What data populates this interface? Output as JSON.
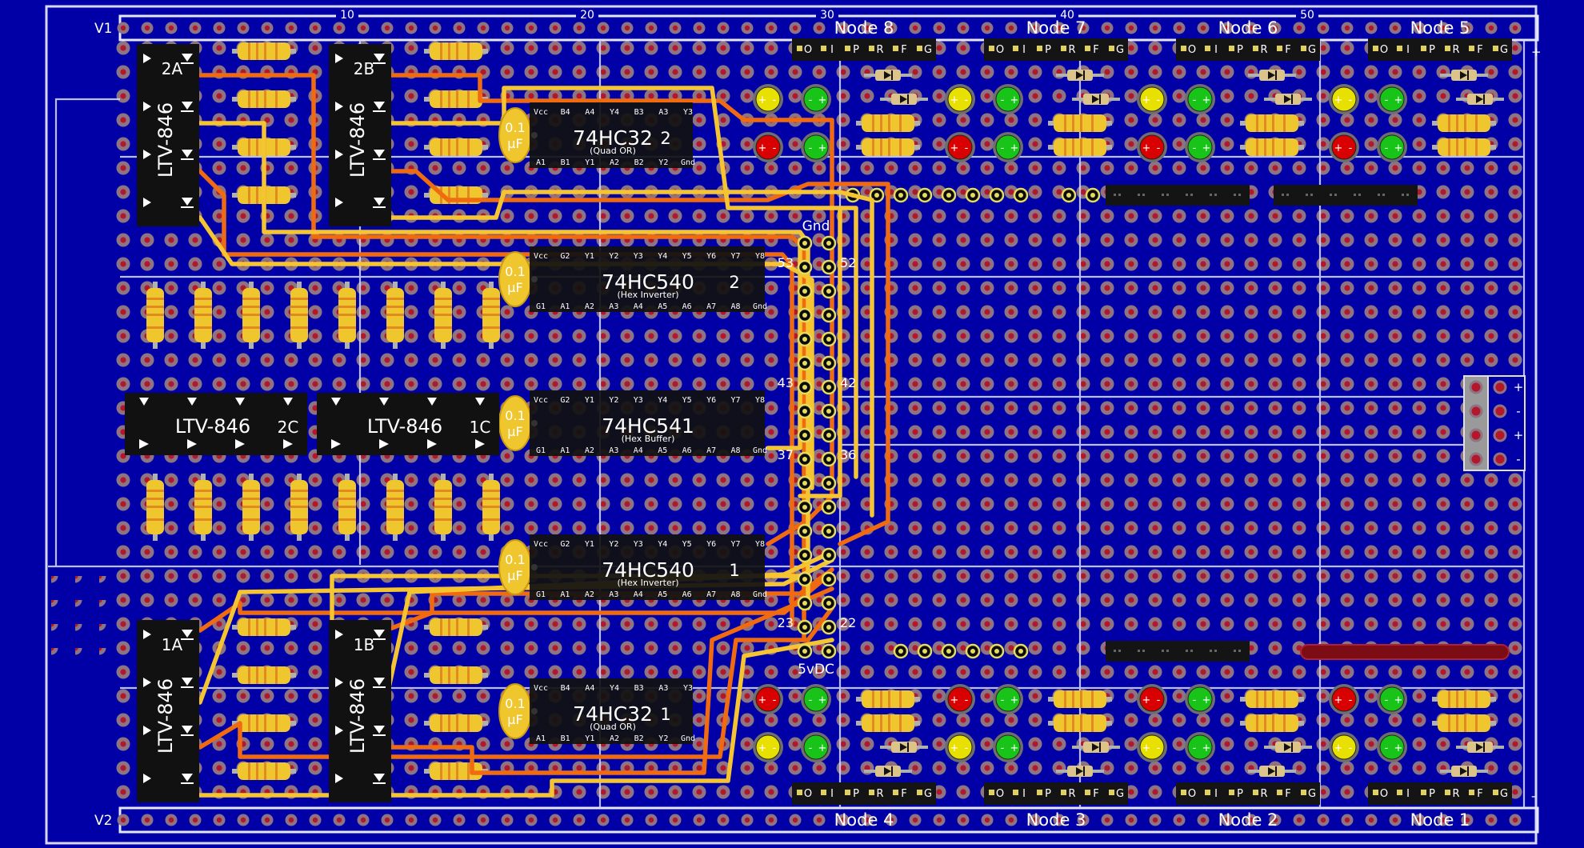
{
  "rails": {
    "top": "V1",
    "bottom": "V2",
    "plus_top": "+",
    "minus_bottom": "-"
  },
  "column_markers": [
    "10",
    "20",
    "30",
    "40",
    "50"
  ],
  "nodes_top": [
    "Node 8",
    "Node 7",
    "Node 6",
    "Node 5"
  ],
  "nodes_bottom": [
    "Node 4",
    "Node 3",
    "Node 2",
    "Node 1"
  ],
  "header_pins": [
    "O",
    "I",
    "P",
    "R",
    "F",
    "G"
  ],
  "connector": {
    "gnd": "Gnd",
    "vcc": "5vDC",
    "left_numbers": [
      "53",
      "43",
      "37",
      "23"
    ],
    "right_numbers": [
      "52",
      "42",
      "36",
      "22"
    ]
  },
  "power_terminal": [
    "+",
    "-",
    "+",
    "-"
  ],
  "optos": [
    {
      "part": "LTV-846",
      "tag": "2A"
    },
    {
      "part": "LTV-846",
      "tag": "2B"
    },
    {
      "part": "LTV-846",
      "tag": "2C"
    },
    {
      "part": "LTV-846",
      "tag": "1C"
    },
    {
      "part": "LTV-846",
      "tag": "1A"
    },
    {
      "part": "LTV-846",
      "tag": "1B"
    }
  ],
  "capacitor": {
    "line1": "0.1",
    "line2": "µF"
  },
  "ics": [
    {
      "name": "74HC32",
      "num": "2",
      "sub": "(Quad OR)",
      "top": [
        "Vcc",
        "B4",
        "A4",
        "Y4",
        "B3",
        "A3",
        "Y3"
      ],
      "bottom": [
        "A1",
        "B1",
        "Y1",
        "A2",
        "B2",
        "Y2",
        "Gnd"
      ]
    },
    {
      "name": "74HC540",
      "num": "2",
      "sub": "(Hex Inverter)",
      "top": [
        "Vcc",
        "G2",
        "Y1",
        "Y2",
        "Y3",
        "Y4",
        "Y5",
        "Y6",
        "Y7",
        "Y8"
      ],
      "bottom": [
        "G1",
        "A1",
        "A2",
        "A3",
        "A4",
        "A5",
        "A6",
        "A7",
        "A8",
        "Gnd"
      ]
    },
    {
      "name": "74HC541",
      "num": "",
      "sub": "(Hex Buffer)",
      "top": [
        "Vcc",
        "G2",
        "Y1",
        "Y2",
        "Y3",
        "Y4",
        "Y5",
        "Y6",
        "Y7",
        "Y8"
      ],
      "bottom": [
        "G1",
        "A1",
        "A2",
        "A3",
        "A4",
        "A5",
        "A6",
        "A7",
        "A8",
        "Gnd"
      ]
    },
    {
      "name": "74HC540",
      "num": "1",
      "sub": "(Hex Inverter)",
      "top": [
        "Vcc",
        "G2",
        "Y1",
        "Y2",
        "Y3",
        "Y4",
        "Y5",
        "Y6",
        "Y7",
        "Y8"
      ],
      "bottom": [
        "G1",
        "A1",
        "A2",
        "A3",
        "A4",
        "A5",
        "A6",
        "A7",
        "A8",
        "Gnd"
      ]
    },
    {
      "name": "74HC32",
      "num": "1",
      "sub": "(Quad OR)",
      "top": [
        "Vcc",
        "B4",
        "A4",
        "Y4",
        "B3",
        "A3",
        "Y3"
      ],
      "bottom": [
        "A1",
        "B1",
        "Y1",
        "A2",
        "B2",
        "Y2",
        "Gnd"
      ]
    }
  ],
  "led_marks": {
    "plus": "+",
    "minus": "-"
  },
  "colors": {
    "board": "#0000a6",
    "pad": "#8d7484",
    "hole": "#b4172a",
    "trace_orange": "#f06a10",
    "trace_yellow": "#f5c431",
    "chip": "#111111",
    "led_yellow": "#e8e000",
    "led_green": "#19c419",
    "led_red": "#d80000",
    "resistor": "#efc62e"
  }
}
